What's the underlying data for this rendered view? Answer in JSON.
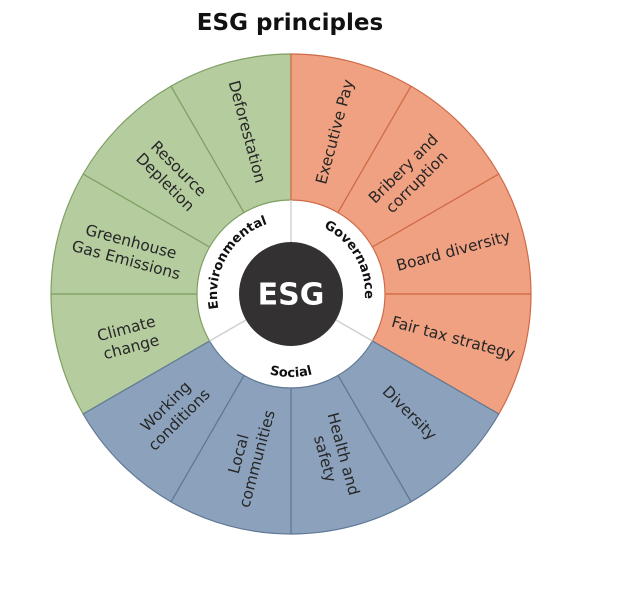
{
  "title": "ESG principles",
  "center": {
    "label": "ESG",
    "color": "#333132"
  },
  "pillars": [
    {
      "name": "Environmental",
      "fill": "#b5cc9f",
      "border": "#7f9f63",
      "segments": [
        {
          "lines": [
            "Climate",
            "change"
          ]
        },
        {
          "lines": [
            "Greenhouse",
            "Gas Emissions"
          ]
        },
        {
          "lines": [
            "Resource",
            "Depletion"
          ]
        },
        {
          "lines": [
            "Deforestation"
          ]
        }
      ]
    },
    {
      "name": "Governance",
      "fill": "#f0a181",
      "border": "#cf6a47",
      "segments": [
        {
          "lines": [
            "Executive Pay"
          ]
        },
        {
          "lines": [
            "Bribery and",
            "corruption"
          ]
        },
        {
          "lines": [
            "Board diversity"
          ]
        },
        {
          "lines": [
            "Fair tax strategy"
          ]
        }
      ]
    },
    {
      "name": "Social",
      "fill": "#8ca2bc",
      "border": "#5f7895",
      "segments": [
        {
          "lines": [
            "Diversity"
          ]
        },
        {
          "lines": [
            "Health and",
            "safety"
          ]
        },
        {
          "lines": [
            "Local",
            "communities"
          ]
        },
        {
          "lines": [
            "Working",
            "conditions"
          ]
        }
      ]
    }
  ]
}
